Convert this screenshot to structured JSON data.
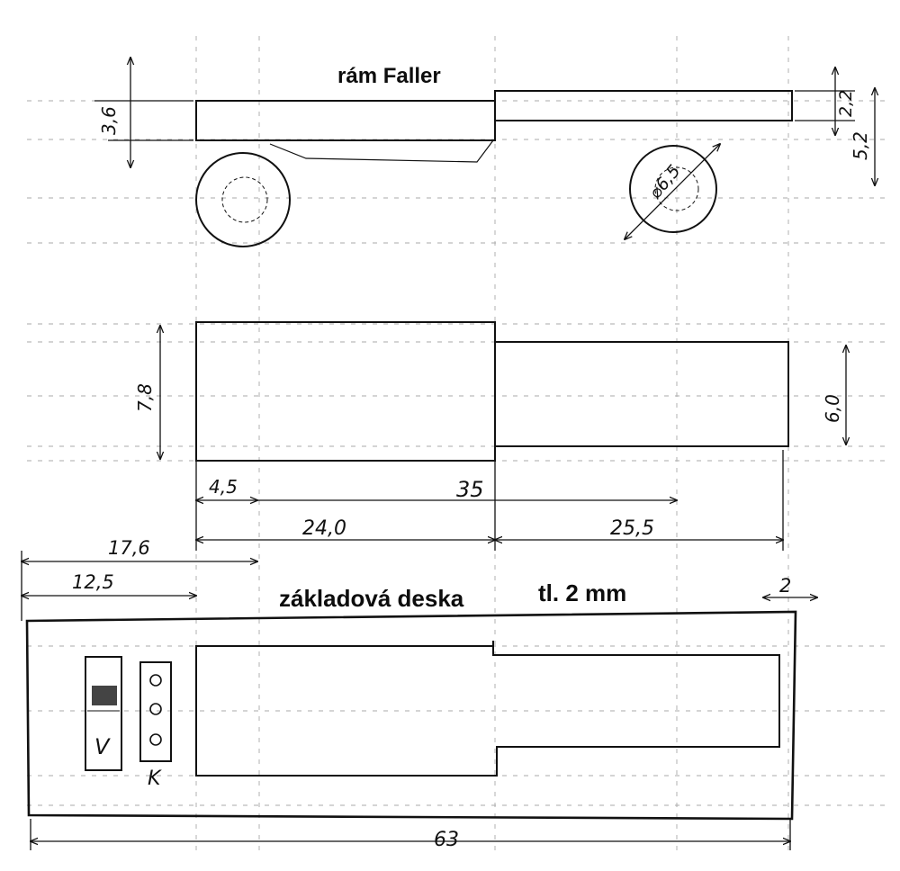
{
  "titles": {
    "frame": "rám Faller",
    "base": "základová deska",
    "thickness": "tl. 2 mm"
  },
  "dims": {
    "frame_height": "3,6",
    "rear_height": "2,2",
    "total_height": "5,2",
    "wheel_diameter": "⌀6,5",
    "front_width": "7,8",
    "rear_width": "6,0",
    "offset_left": "4,5",
    "mid_mark": "35",
    "len_front": "24,0",
    "len_rear": "25,5",
    "base_17": "17,6",
    "base_12": "12,5",
    "base_edge": "2",
    "base_total": "63"
  },
  "components": {
    "switch_label": "V",
    "connector_label": "K"
  },
  "colors": {
    "ink": "#111111",
    "pencil": "#9a9a9a",
    "title": "#0d0d0d"
  }
}
